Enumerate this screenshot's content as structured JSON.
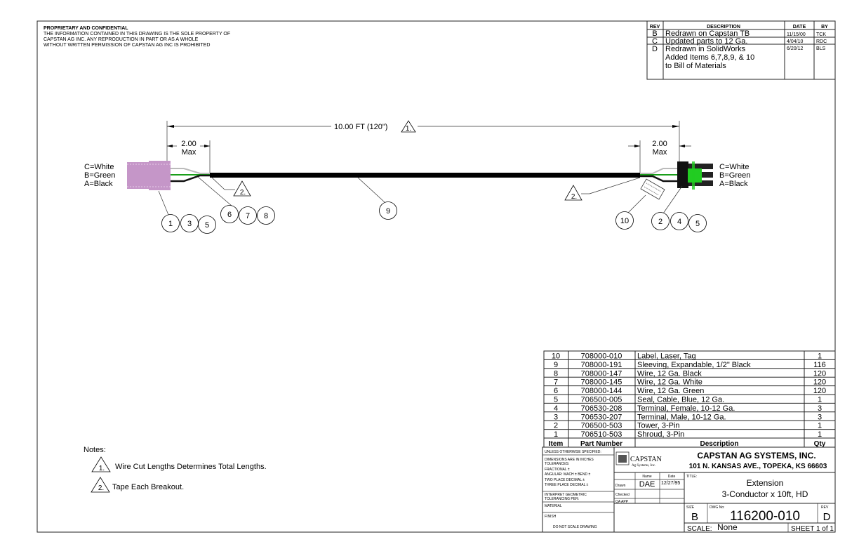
{
  "proprietary": {
    "heading": "PROPRIETARY AND CONFIDENTIAL",
    "lines": [
      "THE INFORMATION CONTAINED IN THIS DRAWING IS THE SOLE PROPERTY OF",
      "CAPSTAN AG INC. ANY REPRODUCTION IN PART OR AS A WHOLE",
      "WITHOUT WRITTEN PERMISSION OF CAPSTAN AG INC IS PROHIBITED"
    ]
  },
  "revisions": {
    "headers": [
      "REV",
      "DESCRIPTION",
      "DATE",
      "BY"
    ],
    "rows": [
      {
        "rev": "B",
        "desc": [
          "Redrawn on Capstan TB"
        ],
        "date": "11/15/00",
        "by": "TCK"
      },
      {
        "rev": "C",
        "desc": [
          "Updated parts to 12 Ga."
        ],
        "date": "4/04/10",
        "by": "RDC"
      },
      {
        "rev": "D",
        "desc": [
          "Redrawn in SolidWorks",
          "Added Items 6,7,8,9, & 10",
          "to Bill of Materials"
        ],
        "date": "6/20/12",
        "by": "BLS"
      }
    ]
  },
  "drawing": {
    "overall_length": "10.00 FT (120\")",
    "overall_note": "1.",
    "breakout_value": "2.00",
    "breakout_unit": "Max",
    "tape_note": "2.",
    "wire_legend": [
      "C=White",
      "B=Green",
      "A=Black"
    ],
    "balloons_left": [
      "1",
      "3",
      "5"
    ],
    "balloons_wires": [
      "6",
      "7",
      "8"
    ],
    "balloon_sleeve": "9",
    "balloon_label": "10",
    "balloons_right": [
      "2",
      "4",
      "5"
    ],
    "colors": {
      "shroud": "#c596c8",
      "tower": "#111111",
      "seal": "#22cc22",
      "green_wire": "#1a9e1a",
      "white_wire": "#bbbbbb"
    }
  },
  "notes": {
    "title": "Notes:",
    "items": [
      {
        "marker": "1.",
        "text": "Wire Cut Lengths Determines Total Lengths."
      },
      {
        "marker": "2.",
        "text": "Tape Each Breakout."
      }
    ]
  },
  "bom": {
    "headers": [
      "Item",
      "Part Number",
      "Description",
      "Qty"
    ],
    "rows": [
      [
        "10",
        "708000-010",
        "Label, Laser, Tag",
        "1"
      ],
      [
        "9",
        "708000-191",
        "Sleeving, Expandable, 1/2\" Black",
        "116"
      ],
      [
        "8",
        "708000-147",
        "Wire, 12 Ga. Black",
        "120"
      ],
      [
        "7",
        "708000-145",
        "Wire, 12 Ga. White",
        "120"
      ],
      [
        "6",
        "708000-144",
        "Wire, 12 Ga. Green",
        "120"
      ],
      [
        "5",
        "706500-005",
        "Seal, Cable, Blue, 12 Ga.",
        "1"
      ],
      [
        "4",
        "706530-208",
        "Terminal, Female, 10-12 Ga.",
        "3"
      ],
      [
        "3",
        "706530-207",
        "Terminal, Male, 10-12 Ga.",
        "3"
      ],
      [
        "2",
        "706500-503",
        "Tower, 3-Pin",
        "1"
      ],
      [
        "1",
        "706510-503",
        "Shroud, 3-Pin",
        "1"
      ]
    ]
  },
  "title_block": {
    "unless": "UNLESS OTHERWISE SPECIFIED:",
    "tolerances": [
      "DIMENSIONS ARE IN INCHES",
      "TOLERANCES:",
      "FRACTIONAL ±",
      "ANGULAR: MACH ±   BEND ±",
      "TWO PLACE DECIMAL   ±",
      "THREE PLACE DECIMAL  ±"
    ],
    "interpret": [
      "INTERPRET GEOMETRIC",
      "TOLERANCING PER:"
    ],
    "material": "MATERIAL",
    "finish": "FINISH",
    "do_not_scale": "DO NOT SCALE DRAWING",
    "logo_text": "CAPSTAN",
    "logo_sub": "Ag Systems, Inc.",
    "company": "CAPSTAN AG SYSTEMS, INC.",
    "address": "101 N. KANSAS AVE., TOPEKA, KS 66603",
    "name_header": "Name",
    "date_header": "Date",
    "drawn_label": "Drawn",
    "drawn_name": "DAE",
    "drawn_date": "12/27/95",
    "checked_label": "Checked",
    "qa_label": "QA APP",
    "title_label": "TITLE:",
    "title_lines": [
      "Extension",
      "3-Conductor x 10ft, HD"
    ],
    "size_label": "SIZE",
    "size": "B",
    "dwg_label": "DWG No:",
    "dwg_no": "116200-010",
    "rev_label": "REV",
    "rev": "D",
    "scale_label": "SCALE:",
    "scale": "None",
    "sheet": "SHEET 1 of 1"
  }
}
